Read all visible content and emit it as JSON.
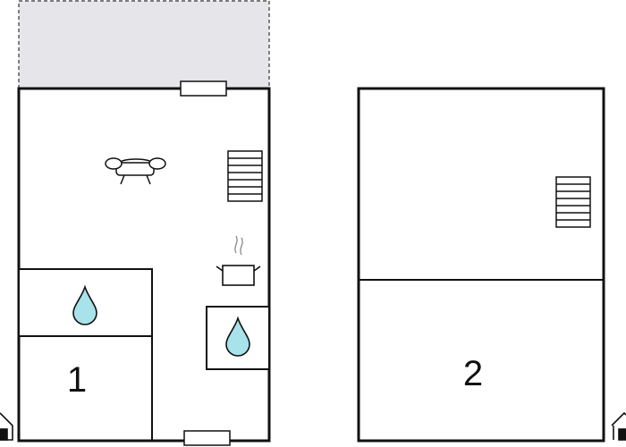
{
  "floors": [
    {
      "label": "1",
      "rooms": [
        "terrace",
        "living-area",
        "bathroom",
        "bedroom",
        "kitchenette",
        "shower"
      ],
      "icons": [
        "sofa-icon",
        "stairs-icon",
        "cooking-pot-icon",
        "water-drop-icon",
        "water-drop-icon",
        "door-icon",
        "window-icon",
        "window-icon"
      ]
    },
    {
      "label": "2",
      "rooms": [
        "upper-room",
        "bedroom"
      ],
      "icons": [
        "stairs-icon",
        "door-icon"
      ]
    }
  ],
  "colors": {
    "wall": "#111111",
    "terrace_fill": "#e6e6ea",
    "water_fill": "#a8e2ea",
    "background": "#ffffff"
  }
}
